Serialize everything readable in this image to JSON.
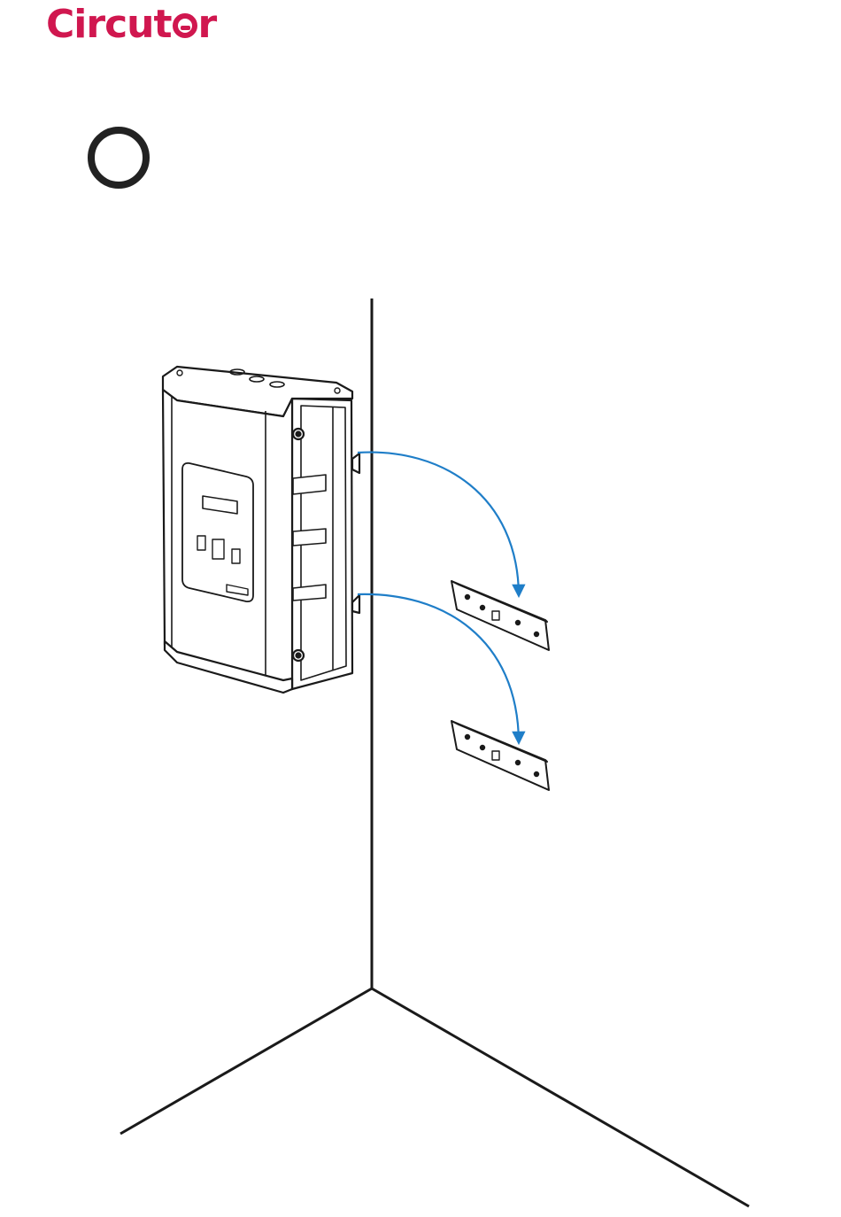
{
  "brand": {
    "logo_text_left": "Circut",
    "logo_text_right": "r",
    "color": "#d0174f"
  },
  "step": {
    "icon": "empty-circle-marker"
  },
  "diagram": {
    "arrow_color": "#1f7ec8",
    "line_color": "#1a1a1a",
    "parts": [
      "wall-corner",
      "enclosure-device",
      "wall-bracket-upper",
      "wall-bracket-lower"
    ]
  }
}
